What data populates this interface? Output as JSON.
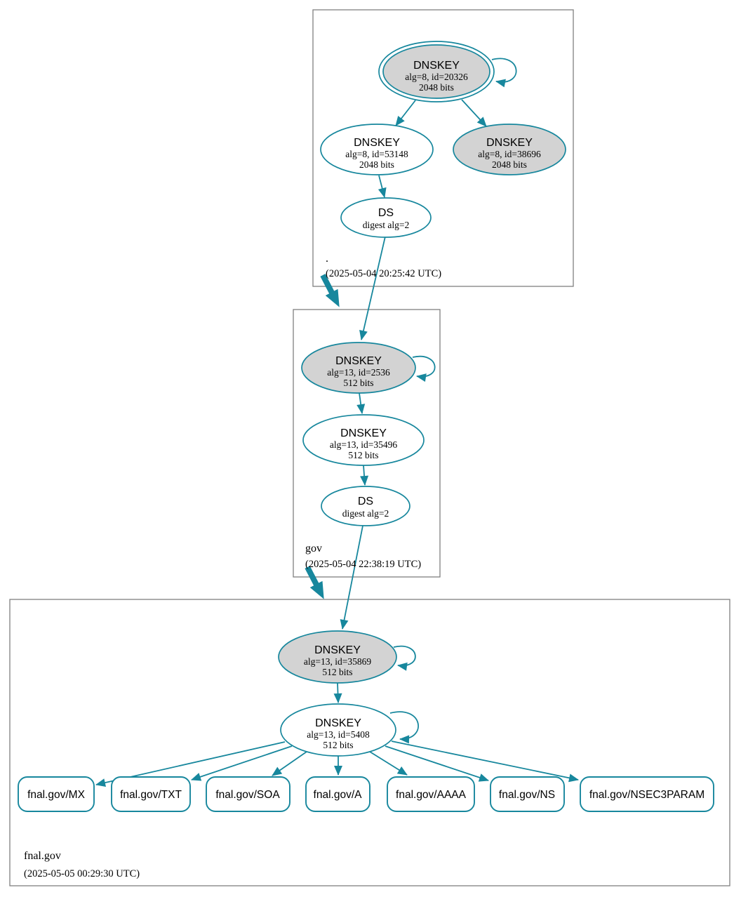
{
  "colors": {
    "accent": "#17879d",
    "node_fill_gray": "#d3d3d3",
    "node_fill_white": "#ffffff",
    "zone_box_border": "#808080",
    "text": "#000000"
  },
  "zones": {
    "root": {
      "label": ".",
      "timestamp": "(2025-05-04 20:25:42 UTC)",
      "ksk": {
        "title": "DNSKEY",
        "detail": "alg=8, id=20326",
        "bits": "2048 bits"
      },
      "zsk": {
        "title": "DNSKEY",
        "detail": "alg=8, id=53148",
        "bits": "2048 bits"
      },
      "key_alt": {
        "title": "DNSKEY",
        "detail": "alg=8, id=38696",
        "bits": "2048 bits"
      },
      "ds": {
        "title": "DS",
        "detail": "digest alg=2"
      }
    },
    "gov": {
      "label": "gov",
      "timestamp": "(2025-05-04 22:38:19 UTC)",
      "ksk": {
        "title": "DNSKEY",
        "detail": "alg=13, id=2536",
        "bits": "512 bits"
      },
      "zsk": {
        "title": "DNSKEY",
        "detail": "alg=13, id=35496",
        "bits": "512 bits"
      },
      "ds": {
        "title": "DS",
        "detail": "digest alg=2"
      }
    },
    "fnal": {
      "label": "fnal.gov",
      "timestamp": "(2025-05-05 00:29:30 UTC)",
      "ksk": {
        "title": "DNSKEY",
        "detail": "alg=13, id=35869",
        "bits": "512 bits"
      },
      "zsk": {
        "title": "DNSKEY",
        "detail": "alg=13, id=5408",
        "bits": "512 bits"
      },
      "rrsets": [
        {
          "label": "fnal.gov/MX"
        },
        {
          "label": "fnal.gov/TXT"
        },
        {
          "label": "fnal.gov/SOA"
        },
        {
          "label": "fnal.gov/A"
        },
        {
          "label": "fnal.gov/AAAA"
        },
        {
          "label": "fnal.gov/NS"
        },
        {
          "label": "fnal.gov/NSEC3PARAM"
        }
      ]
    }
  }
}
